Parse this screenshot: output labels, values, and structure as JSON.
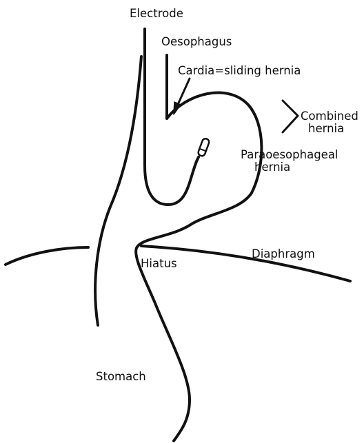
{
  "labels": {
    "electrode": "Electrode",
    "oesophagus": "Oesophagus",
    "cardia": "Cardia=sliding hernia",
    "combined_line1": "Combined",
    "combined_line2": "hernia",
    "paraoesophageal_line1": "Paraoesophageal",
    "paraoesophageal_line2": "hernia",
    "diaphragm": "Diaphragm",
    "hiatus": "Hiatus",
    "stomach": "Stomach"
  },
  "colors": {
    "line": "#111111",
    "background": "#ffffff"
  }
}
